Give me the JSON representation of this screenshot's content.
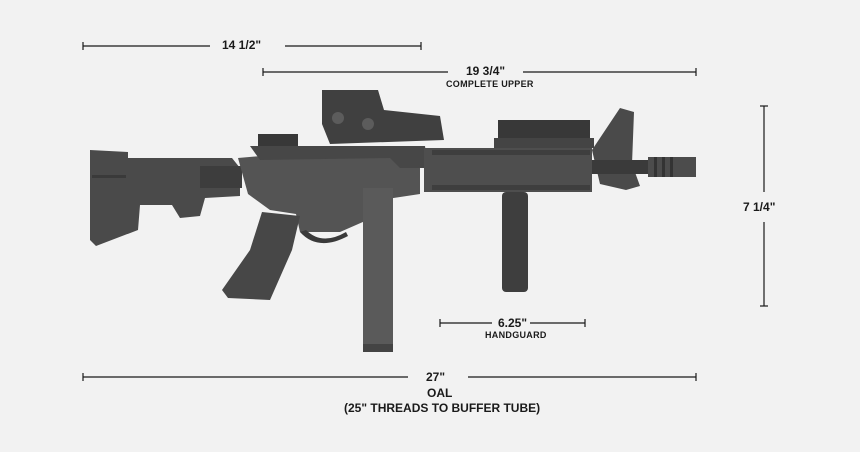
{
  "dimensions": {
    "receiver": {
      "value": "14 1/2\""
    },
    "upper": {
      "value": "19 3/4\"",
      "caption": "COMPLETE UPPER"
    },
    "height": {
      "value": "7 1/4\""
    },
    "handguard": {
      "value": "6.25\"",
      "caption": "HANDGUARD"
    },
    "oal": {
      "value": "27\"",
      "caption": "OAL",
      "note": "(25\" THREADS TO BUFFER TUBE)"
    }
  },
  "colors": {
    "background": "#f2f2f2",
    "rifle": "#4a4a4a",
    "rifle_dark": "#2e2e2e",
    "dimension_line": "#1a1a1a"
  }
}
